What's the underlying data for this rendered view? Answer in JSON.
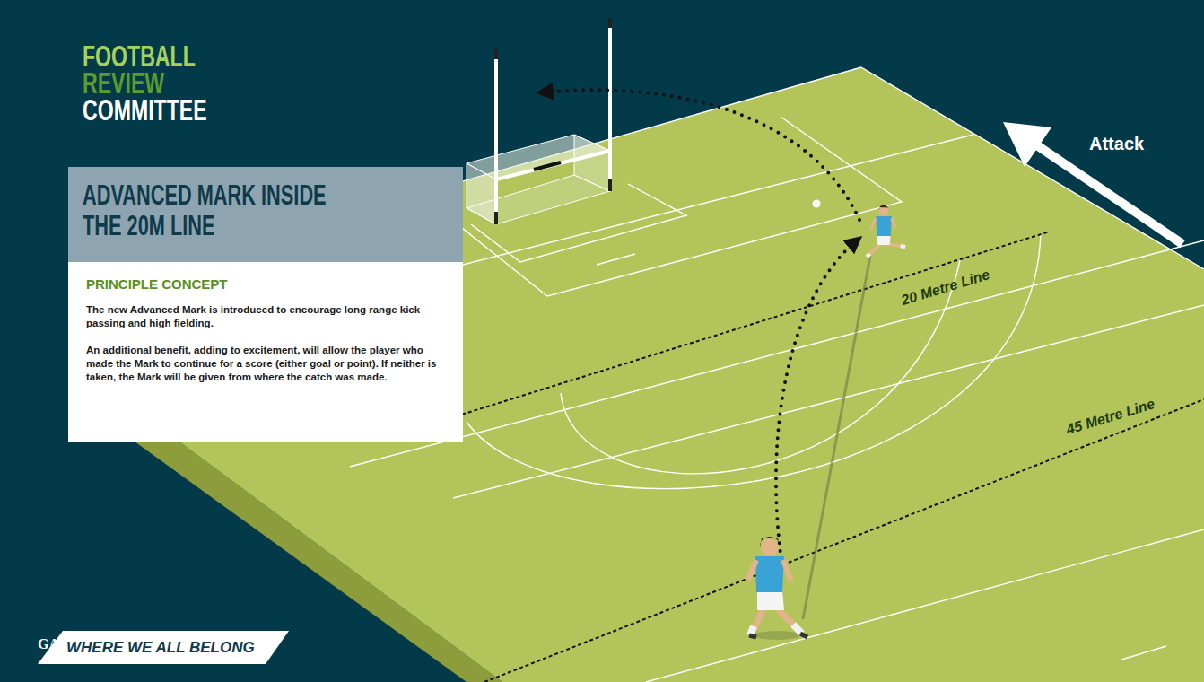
{
  "diagram": {
    "nodes": [
      {
        "text": [
          "ADVANCED MARK INSIDE THE 20M LINE"
        ]
      },
      {
        "text": [
          "PRINCIPLE CONCEPT",
          "The new Advanced Mark is introduced to encourage long range kick passing and high fielding.",
          "An additional benefit, adding to excitement, will allow the player who made the Mark to continue for a score (either goal or point). If neither is taken, the Mark will be given from where the catch was made."
        ]
      },
      {
        "text": [
          "WHERE WE ALL BELONG"
        ]
      }
    ],
    "labels": [
      "FOOTBALL",
      "REVIEW",
      "COMMITTEE",
      "Attack",
      "20 Metre Line",
      "45 Metre Line",
      "GAA"
    ]
  }
}
